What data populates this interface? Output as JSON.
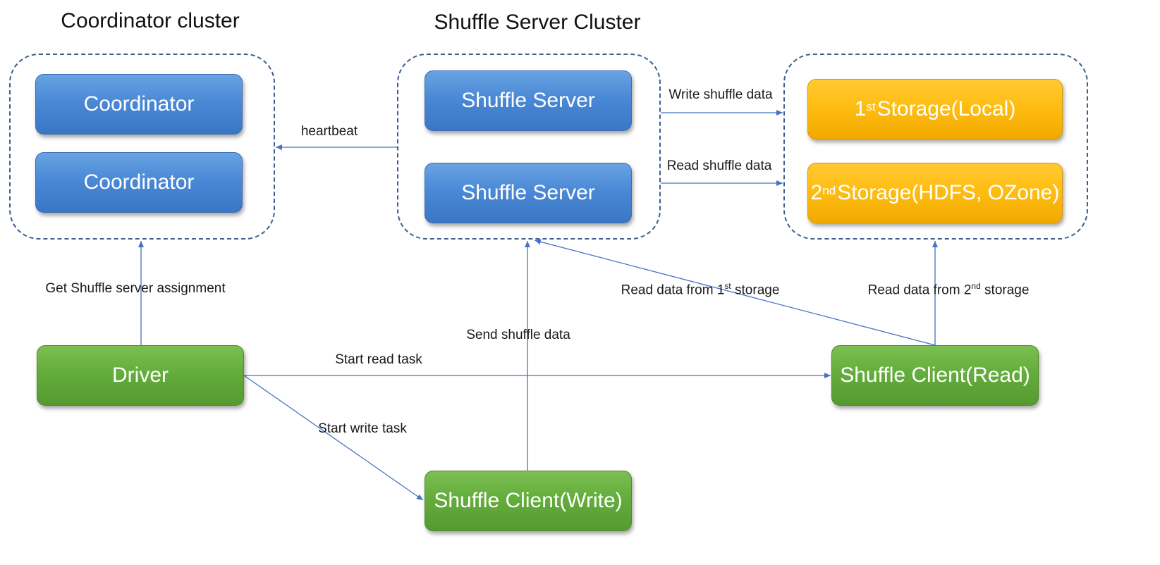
{
  "clusters": {
    "coordinator": {
      "title": "Coordinator cluster"
    },
    "shuffle_server": {
      "title": "Shuffle Server Cluster"
    },
    "storage": {
      "title": ""
    }
  },
  "nodes": {
    "coordinator_1": "Coordinator",
    "coordinator_2": "Coordinator",
    "shuffle_server_1": "Shuffle Server",
    "shuffle_server_2": "Shuffle Server",
    "storage_1": {
      "ordinal": "1",
      "suffix": "st",
      "label": "Storage(Local)"
    },
    "storage_2": {
      "ordinal": "2",
      "suffix": "nd",
      "label": "Storage(HDFS, OZone)"
    },
    "driver": "Driver",
    "client_read": "Shuffle Client(Read)",
    "client_write": "Shuffle Client(Write)"
  },
  "edges": {
    "heartbeat": "heartbeat",
    "write_shuffle": "Write shuffle data",
    "read_shuffle": "Read shuffle data",
    "get_assignment": "Get Shuffle server assignment",
    "read_1st": {
      "before": "Read data from 1",
      "sup": "st",
      "after": " storage"
    },
    "read_2nd": {
      "before": "Read data from 2",
      "sup": "nd",
      "after": " storage"
    },
    "send_shuffle": "Send shuffle data",
    "start_read": "Start read task",
    "start_write": "Start write task"
  },
  "colors": {
    "edge": "#4472c4",
    "cluster_border": "#3d5f8f",
    "coordinator_node": "#4a89d6",
    "storage_node": "#ffbd12",
    "client_node": "#64ad3c"
  }
}
